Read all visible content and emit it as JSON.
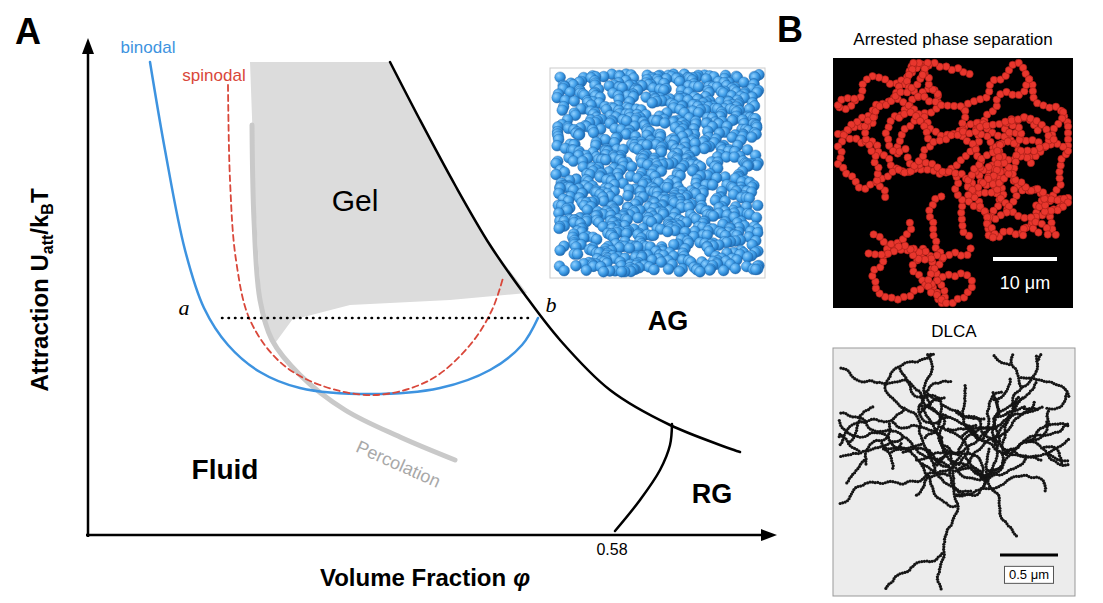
{
  "diagram": {
    "nodes": [
      {
        "text": [
          "Gel"
        ]
      },
      {
        "text": [
          "Arrested phase separation",
          "10 μm"
        ]
      },
      {
        "text": [
          "DLCA",
          "0.5 μm"
        ]
      }
    ],
    "labels": [
      "A",
      "binodal",
      "spinodal",
      "a",
      "b",
      "AG",
      "Fluid",
      "Percolation",
      "RG",
      "0.58",
      "Attraction U",
      "att",
      "/k",
      "B",
      "T",
      "Volume Fraction",
      "φ",
      "B"
    ]
  }
}
